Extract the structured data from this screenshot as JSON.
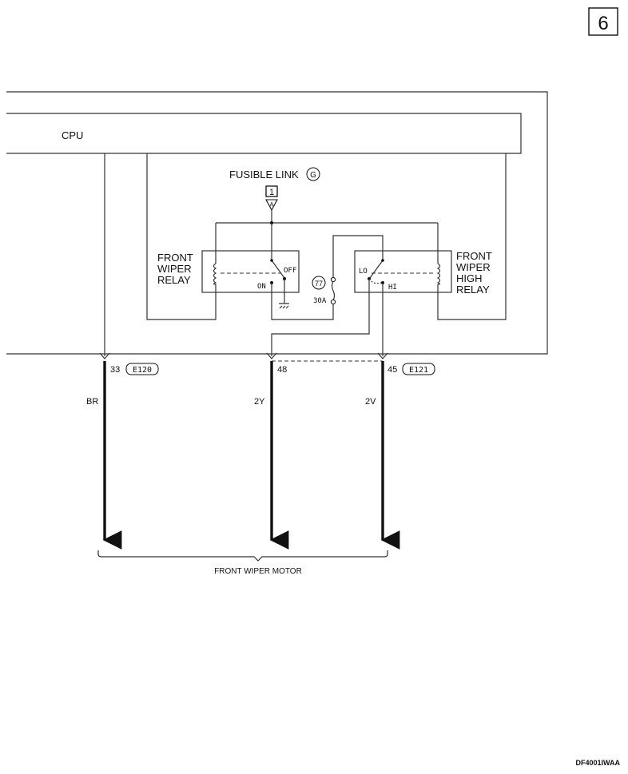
{
  "page_number": "6",
  "cpu_label": "CPU",
  "fusible_link": {
    "label": "FUSIBLE LINK",
    "id": "G",
    "pin": "1",
    "connector": "A"
  },
  "relay_front_wiper": {
    "line1": "FRONT",
    "line2": "WIPER",
    "line3": "RELAY",
    "off_label": "OFF",
    "on_label": "ON"
  },
  "relay_high": {
    "line1": "FRONT",
    "line2": "WIPER",
    "line3": "HIGH",
    "line4": "RELAY",
    "lo_label": "LO",
    "hi_label": "HI"
  },
  "fuse": {
    "number": "77",
    "rating": "30A"
  },
  "terminals": [
    {
      "pin": "33",
      "connector": "E120",
      "wire": "BR"
    },
    {
      "pin": "48",
      "connector": "",
      "wire": "2Y"
    },
    {
      "pin": "45",
      "connector": "E121",
      "wire": "2V"
    }
  ],
  "motor_label": "FRONT WIPER MOTOR",
  "diagram_code": "DF4001IWAA"
}
